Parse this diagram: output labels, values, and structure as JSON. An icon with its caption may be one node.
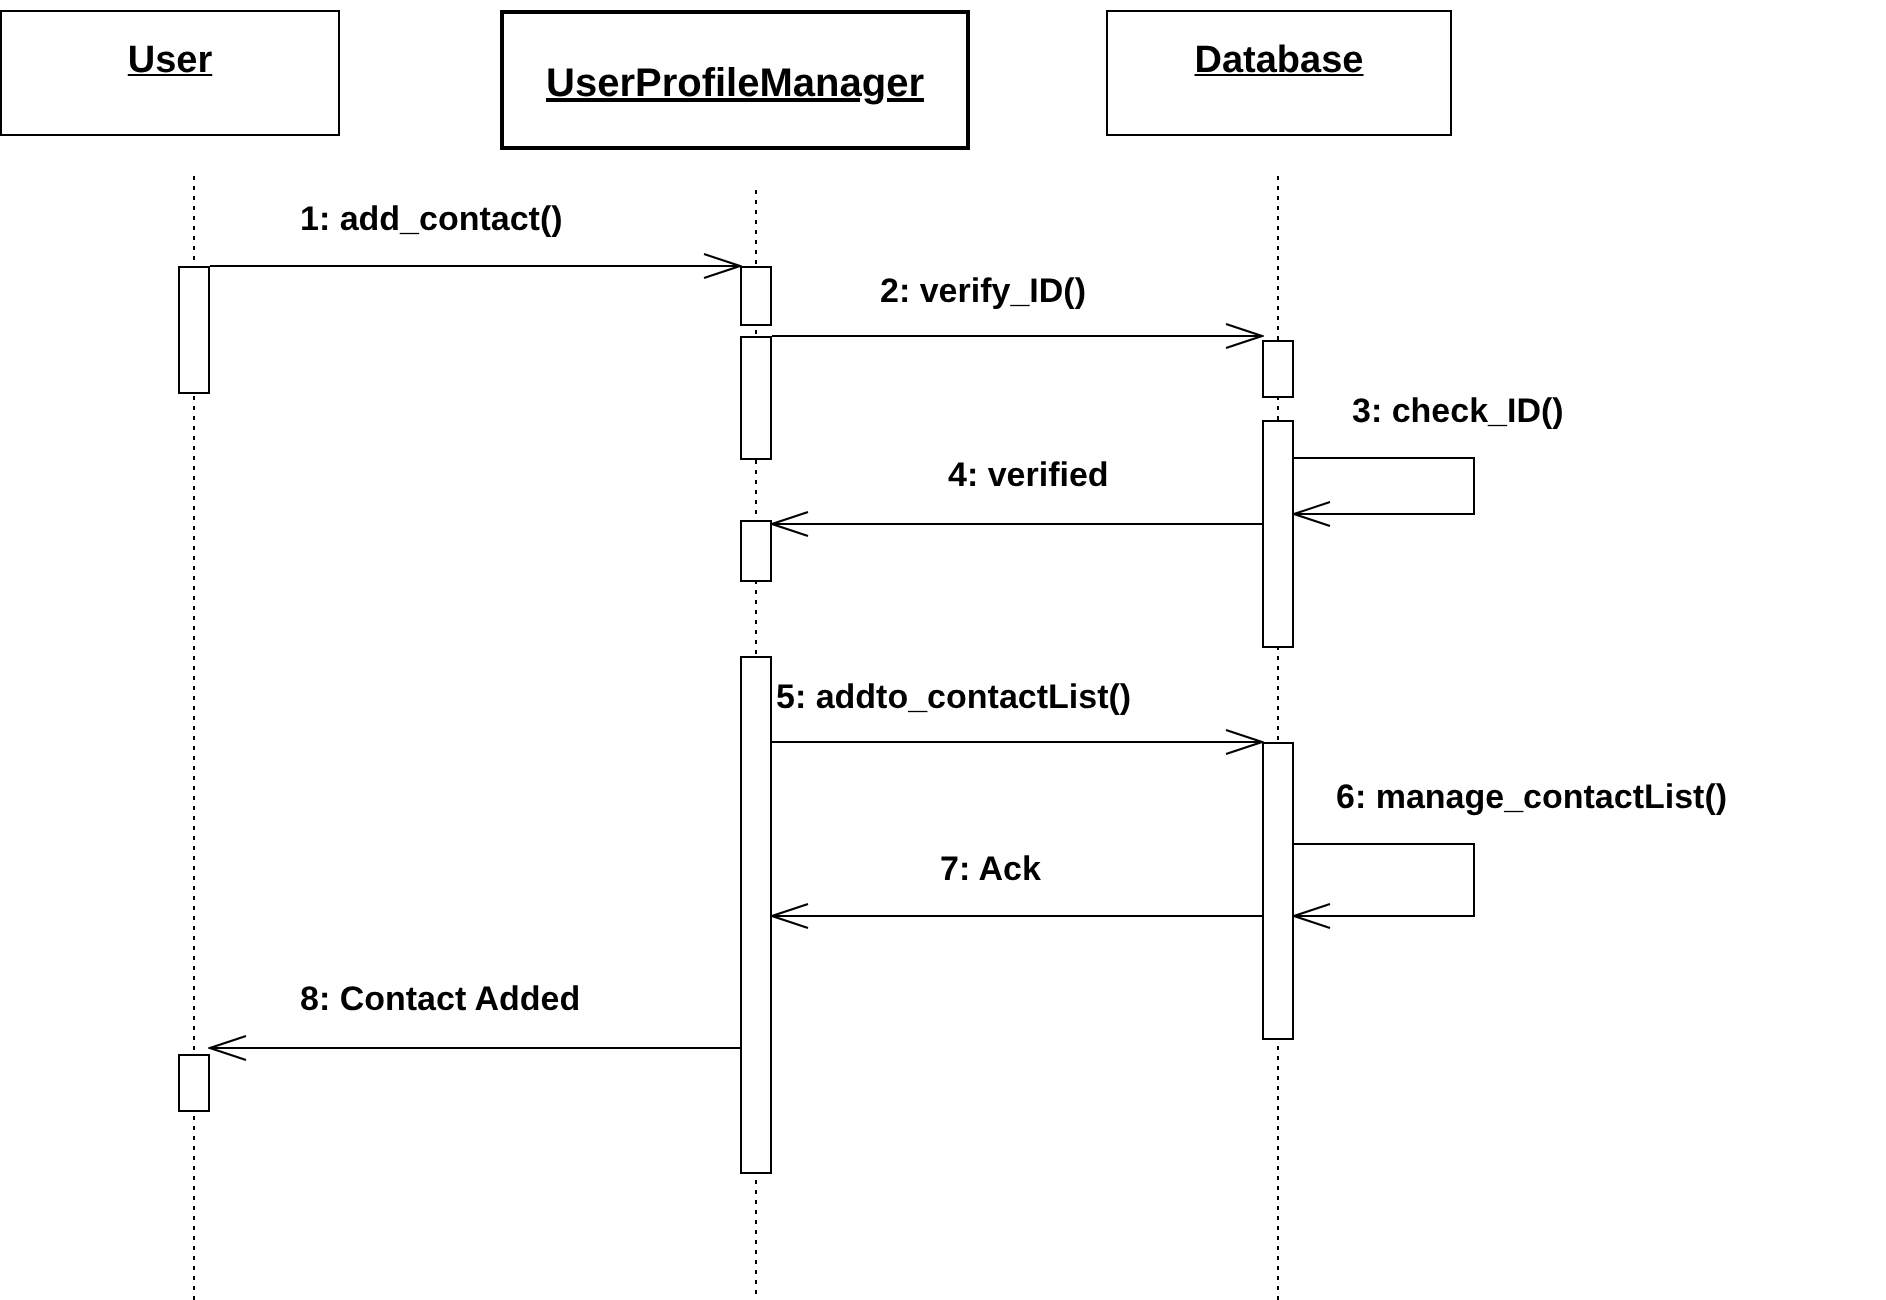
{
  "diagram": {
    "nodes": [
      {
        "text": [
          "User"
        ]
      },
      {
        "text": [
          "UserProfileManager"
        ]
      },
      {
        "text": [
          "Database"
        ]
      },
      {
        "text": [],
        "shape": "bar"
      },
      {
        "text": [],
        "shape": "bar"
      },
      {
        "text": [],
        "shape": "bar"
      },
      {
        "text": [],
        "shape": "bar"
      },
      {
        "text": [],
        "shape": "bar"
      },
      {
        "text": [],
        "shape": "bar"
      },
      {
        "text": [],
        "shape": "bar"
      },
      {
        "text": [],
        "shape": "bar"
      },
      {
        "text": [],
        "shape": "bar"
      }
    ],
    "edges": [
      {
        "from": 3,
        "to": 4,
        "arrow": "to",
        "label": "1: add_contact()"
      },
      {
        "from": 5,
        "to": 6,
        "arrow": "to",
        "label": "2: verify_ID()"
      },
      {
        "from": 7,
        "to": 7,
        "arrow": "to",
        "label": "3: check_ID()"
      },
      {
        "from": 7,
        "to": 8,
        "arrow": "to",
        "label": "4: verified"
      },
      {
        "from": 9,
        "to": 10,
        "arrow": "to",
        "label": "5: addto_contactList()"
      },
      {
        "from": 10,
        "to": 10,
        "arrow": "to",
        "label": "6: manage_contactList()"
      },
      {
        "from": 10,
        "to": 9,
        "arrow": "to",
        "label": "7: Ack"
      },
      {
        "from": 9,
        "to": 11,
        "arrow": "to",
        "label": "8: Contact Added"
      }
    ]
  }
}
